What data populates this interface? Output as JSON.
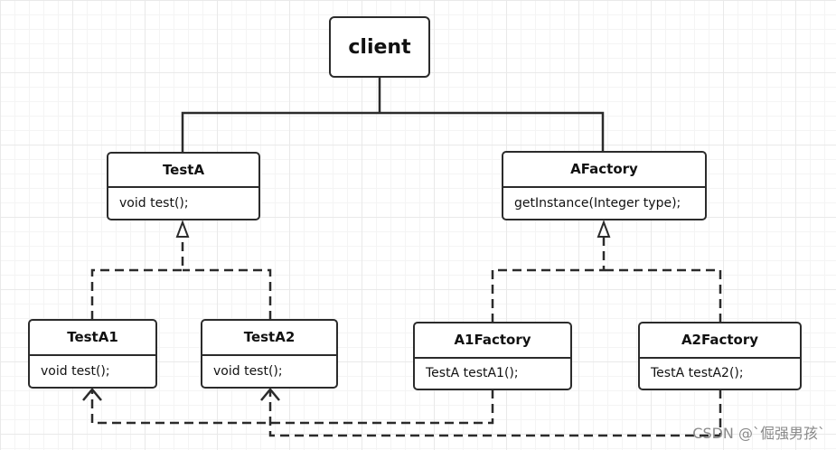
{
  "client": {
    "label": "client"
  },
  "classes": {
    "test_a": {
      "name": "TestA",
      "method": "void test();"
    },
    "afactory": {
      "name": "AFactory",
      "method": "getInstance(Integer type);"
    },
    "test_a1": {
      "name": "TestA1",
      "method": "void test();"
    },
    "test_a2": {
      "name": "TestA2",
      "method": "void test();"
    },
    "a1factory": {
      "name": "A1Factory",
      "method": "TestA testA1();"
    },
    "a2factory": {
      "name": "A2Factory",
      "method": "TestA testA2();"
    }
  },
  "watermark": "CSDN @`倔强男孩`",
  "colors": {
    "line": "#2b2b2b",
    "grid": "#e9e9e9",
    "watermark": "#8a8a8a"
  }
}
